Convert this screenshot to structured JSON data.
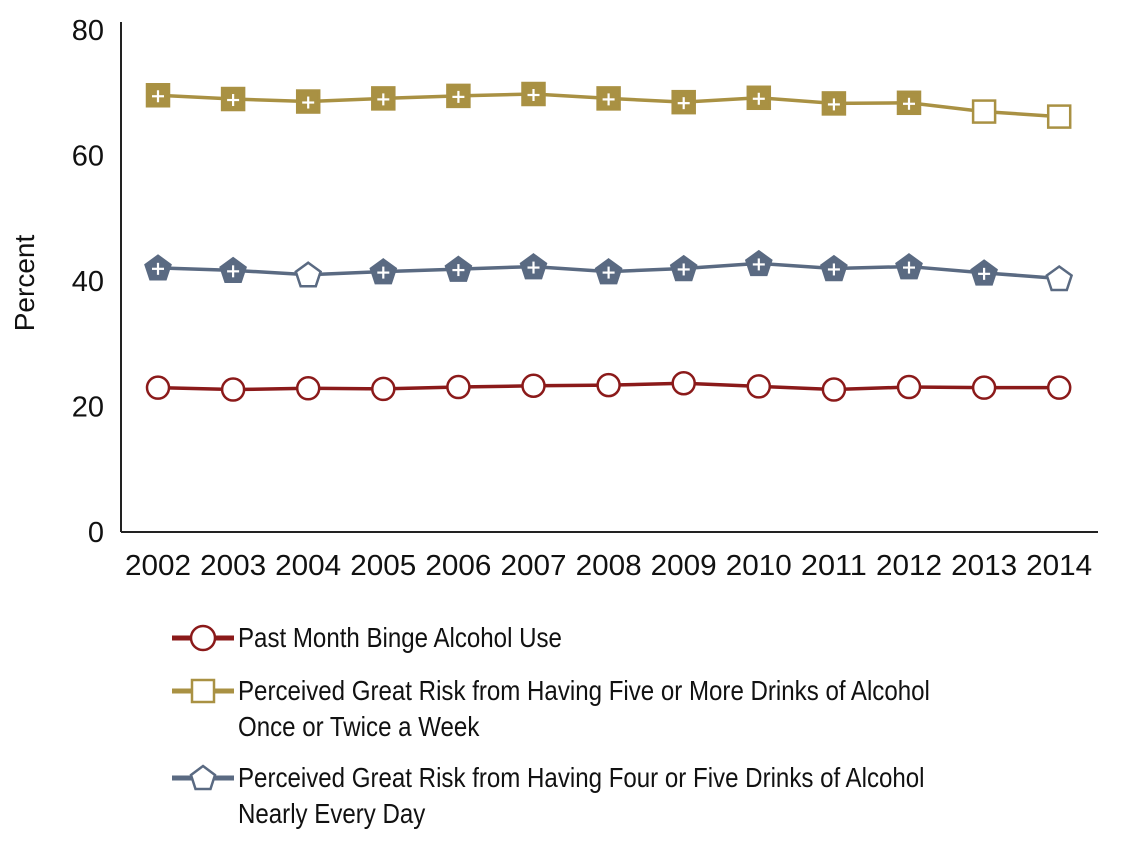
{
  "chart_data": {
    "type": "line",
    "title": "",
    "xlabel": "",
    "ylabel": "Percent",
    "ylim": [
      0,
      80
    ],
    "yticks": [
      0,
      20,
      40,
      60,
      80
    ],
    "grid": false,
    "legend_position": "bottom",
    "x": [
      "2002",
      "2003",
      "2004",
      "2005",
      "2006",
      "2007",
      "2008",
      "2009",
      "2010",
      "2011",
      "2012",
      "2013",
      "2014"
    ],
    "series": [
      {
        "name": "Past Month Binge Alcohol Use",
        "color": "#8B1A1A",
        "marker": "circle",
        "values": [
          23.0,
          22.7,
          22.9,
          22.8,
          23.1,
          23.3,
          23.4,
          23.7,
          23.2,
          22.7,
          23.1,
          23.0,
          23.0
        ],
        "significant_diff_marker": [
          false,
          false,
          false,
          false,
          false,
          false,
          false,
          false,
          false,
          false,
          false,
          false,
          false
        ]
      },
      {
        "name": "Perceived Great Risk from Having Five or More Drinks of Alcohol Once or Twice a Week",
        "color": "#A99143",
        "marker": "square",
        "values": [
          69.6,
          69.0,
          68.6,
          69.1,
          69.5,
          69.8,
          69.1,
          68.5,
          69.2,
          68.3,
          68.4,
          67.0,
          66.2
        ],
        "significant_diff_marker": [
          true,
          true,
          true,
          true,
          true,
          true,
          true,
          true,
          true,
          true,
          true,
          false,
          false
        ]
      },
      {
        "name": "Perceived Great Risk from Having Four or Five Drinks of Alcohol Nearly Every Day",
        "color": "#5A6A82",
        "marker": "pentagon",
        "values": [
          42.1,
          41.7,
          41.0,
          41.5,
          41.9,
          42.3,
          41.5,
          42.0,
          42.8,
          42.0,
          42.3,
          41.3,
          40.4
        ],
        "significant_diff_marker": [
          true,
          true,
          false,
          true,
          true,
          true,
          true,
          true,
          true,
          true,
          true,
          true,
          false
        ]
      }
    ]
  },
  "legend": [
    {
      "label": "Past Month Binge Alcohol Use",
      "marker": "circle",
      "color": "#8B1A1A"
    },
    {
      "label": "Perceived Great Risk from Having Five or More Drinks of Alcohol\nOnce or Twice a Week",
      "marker": "square",
      "color": "#A99143"
    },
    {
      "label": "Perceived Great Risk from Having Four or Five Drinks of Alcohol\nNearly Every Day",
      "marker": "pentagon",
      "color": "#5A6A82"
    }
  ]
}
